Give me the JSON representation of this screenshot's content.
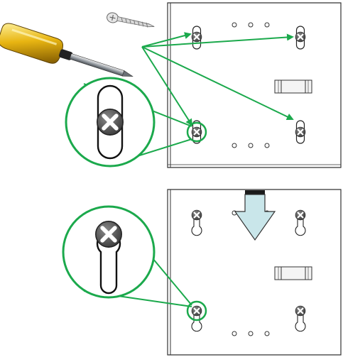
{
  "figure": {
    "panels": [
      {
        "id": "top",
        "step": "screw-insertion",
        "slot_state": "screw-centered"
      },
      {
        "id": "bottom",
        "step": "slide-down-to-lock",
        "slot_state": "screw-at-top"
      }
    ],
    "colors": {
      "callout": "#1ba94c",
      "arrow_down_fill": "#c9e6ea",
      "arrow_down_band": "#1a1a1a",
      "panel_outline": "#333333",
      "screwdriver_handle": "#e8b512",
      "screwdriver_shaft": "#9aa0a6",
      "screw_head": "#555555"
    },
    "icons": [
      "screwdriver-icon",
      "screw-icon",
      "down-arrow-icon",
      "screw-head-icon",
      "keyhole-slot-icon"
    ]
  }
}
